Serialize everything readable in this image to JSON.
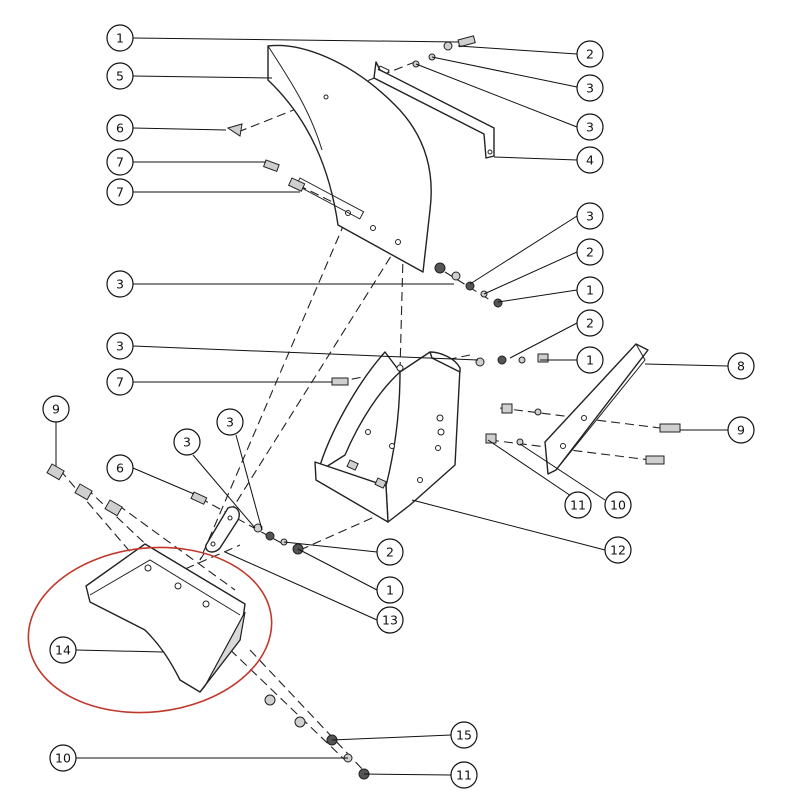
{
  "callouts": [
    {
      "id": "c1a",
      "label": "1"
    },
    {
      "id": "c2a",
      "label": "2"
    },
    {
      "id": "c3a",
      "label": "3"
    },
    {
      "id": "c3b",
      "label": "3"
    },
    {
      "id": "c4",
      "label": "4"
    },
    {
      "id": "c5",
      "label": "5"
    },
    {
      "id": "c6a",
      "label": "6"
    },
    {
      "id": "c7a",
      "label": "7"
    },
    {
      "id": "c7b",
      "label": "7"
    },
    {
      "id": "c3c",
      "label": "3"
    },
    {
      "id": "c2b",
      "label": "2"
    },
    {
      "id": "c1b",
      "label": "1"
    },
    {
      "id": "c3d",
      "label": "3"
    },
    {
      "id": "c3e",
      "label": "3"
    },
    {
      "id": "c2c",
      "label": "2"
    },
    {
      "id": "c1c",
      "label": "1"
    },
    {
      "id": "c7c",
      "label": "7"
    },
    {
      "id": "c8",
      "label": "8"
    },
    {
      "id": "c9a",
      "label": "9"
    },
    {
      "id": "c9b",
      "label": "9"
    },
    {
      "id": "c3f",
      "label": "3"
    },
    {
      "id": "c3g",
      "label": "3"
    },
    {
      "id": "c6b",
      "label": "6"
    },
    {
      "id": "c11a",
      "label": "11"
    },
    {
      "id": "c10a",
      "label": "10"
    },
    {
      "id": "c12",
      "label": "12"
    },
    {
      "id": "c2d",
      "label": "2"
    },
    {
      "id": "c1d",
      "label": "1"
    },
    {
      "id": "c13",
      "label": "13"
    },
    {
      "id": "c14",
      "label": "14"
    },
    {
      "id": "c15",
      "label": "15"
    },
    {
      "id": "c10b",
      "label": "10"
    },
    {
      "id": "c11b",
      "label": "11"
    }
  ],
  "colors": {
    "line": "#222222",
    "highlight": "#c0392b"
  }
}
